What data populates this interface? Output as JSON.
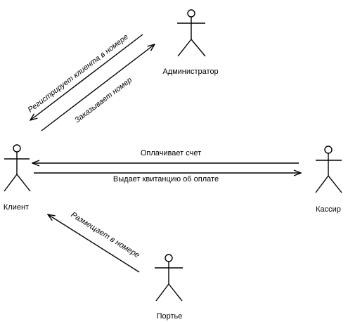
{
  "actors": {
    "client": "Клиент",
    "admin": "Администратор",
    "cashier": "Кассир",
    "porter": "Портье"
  },
  "messages": {
    "registers_client": "Регистрирует клиента в номере",
    "orders_room": "Заказывает номер",
    "pays_bill": "Оплачивает счет",
    "issues_receipt": "Выдает квитанцию об оплате",
    "places_in_room": "Размещает в номере"
  },
  "colors": {
    "line": "#000000",
    "background": "#ffffff"
  }
}
